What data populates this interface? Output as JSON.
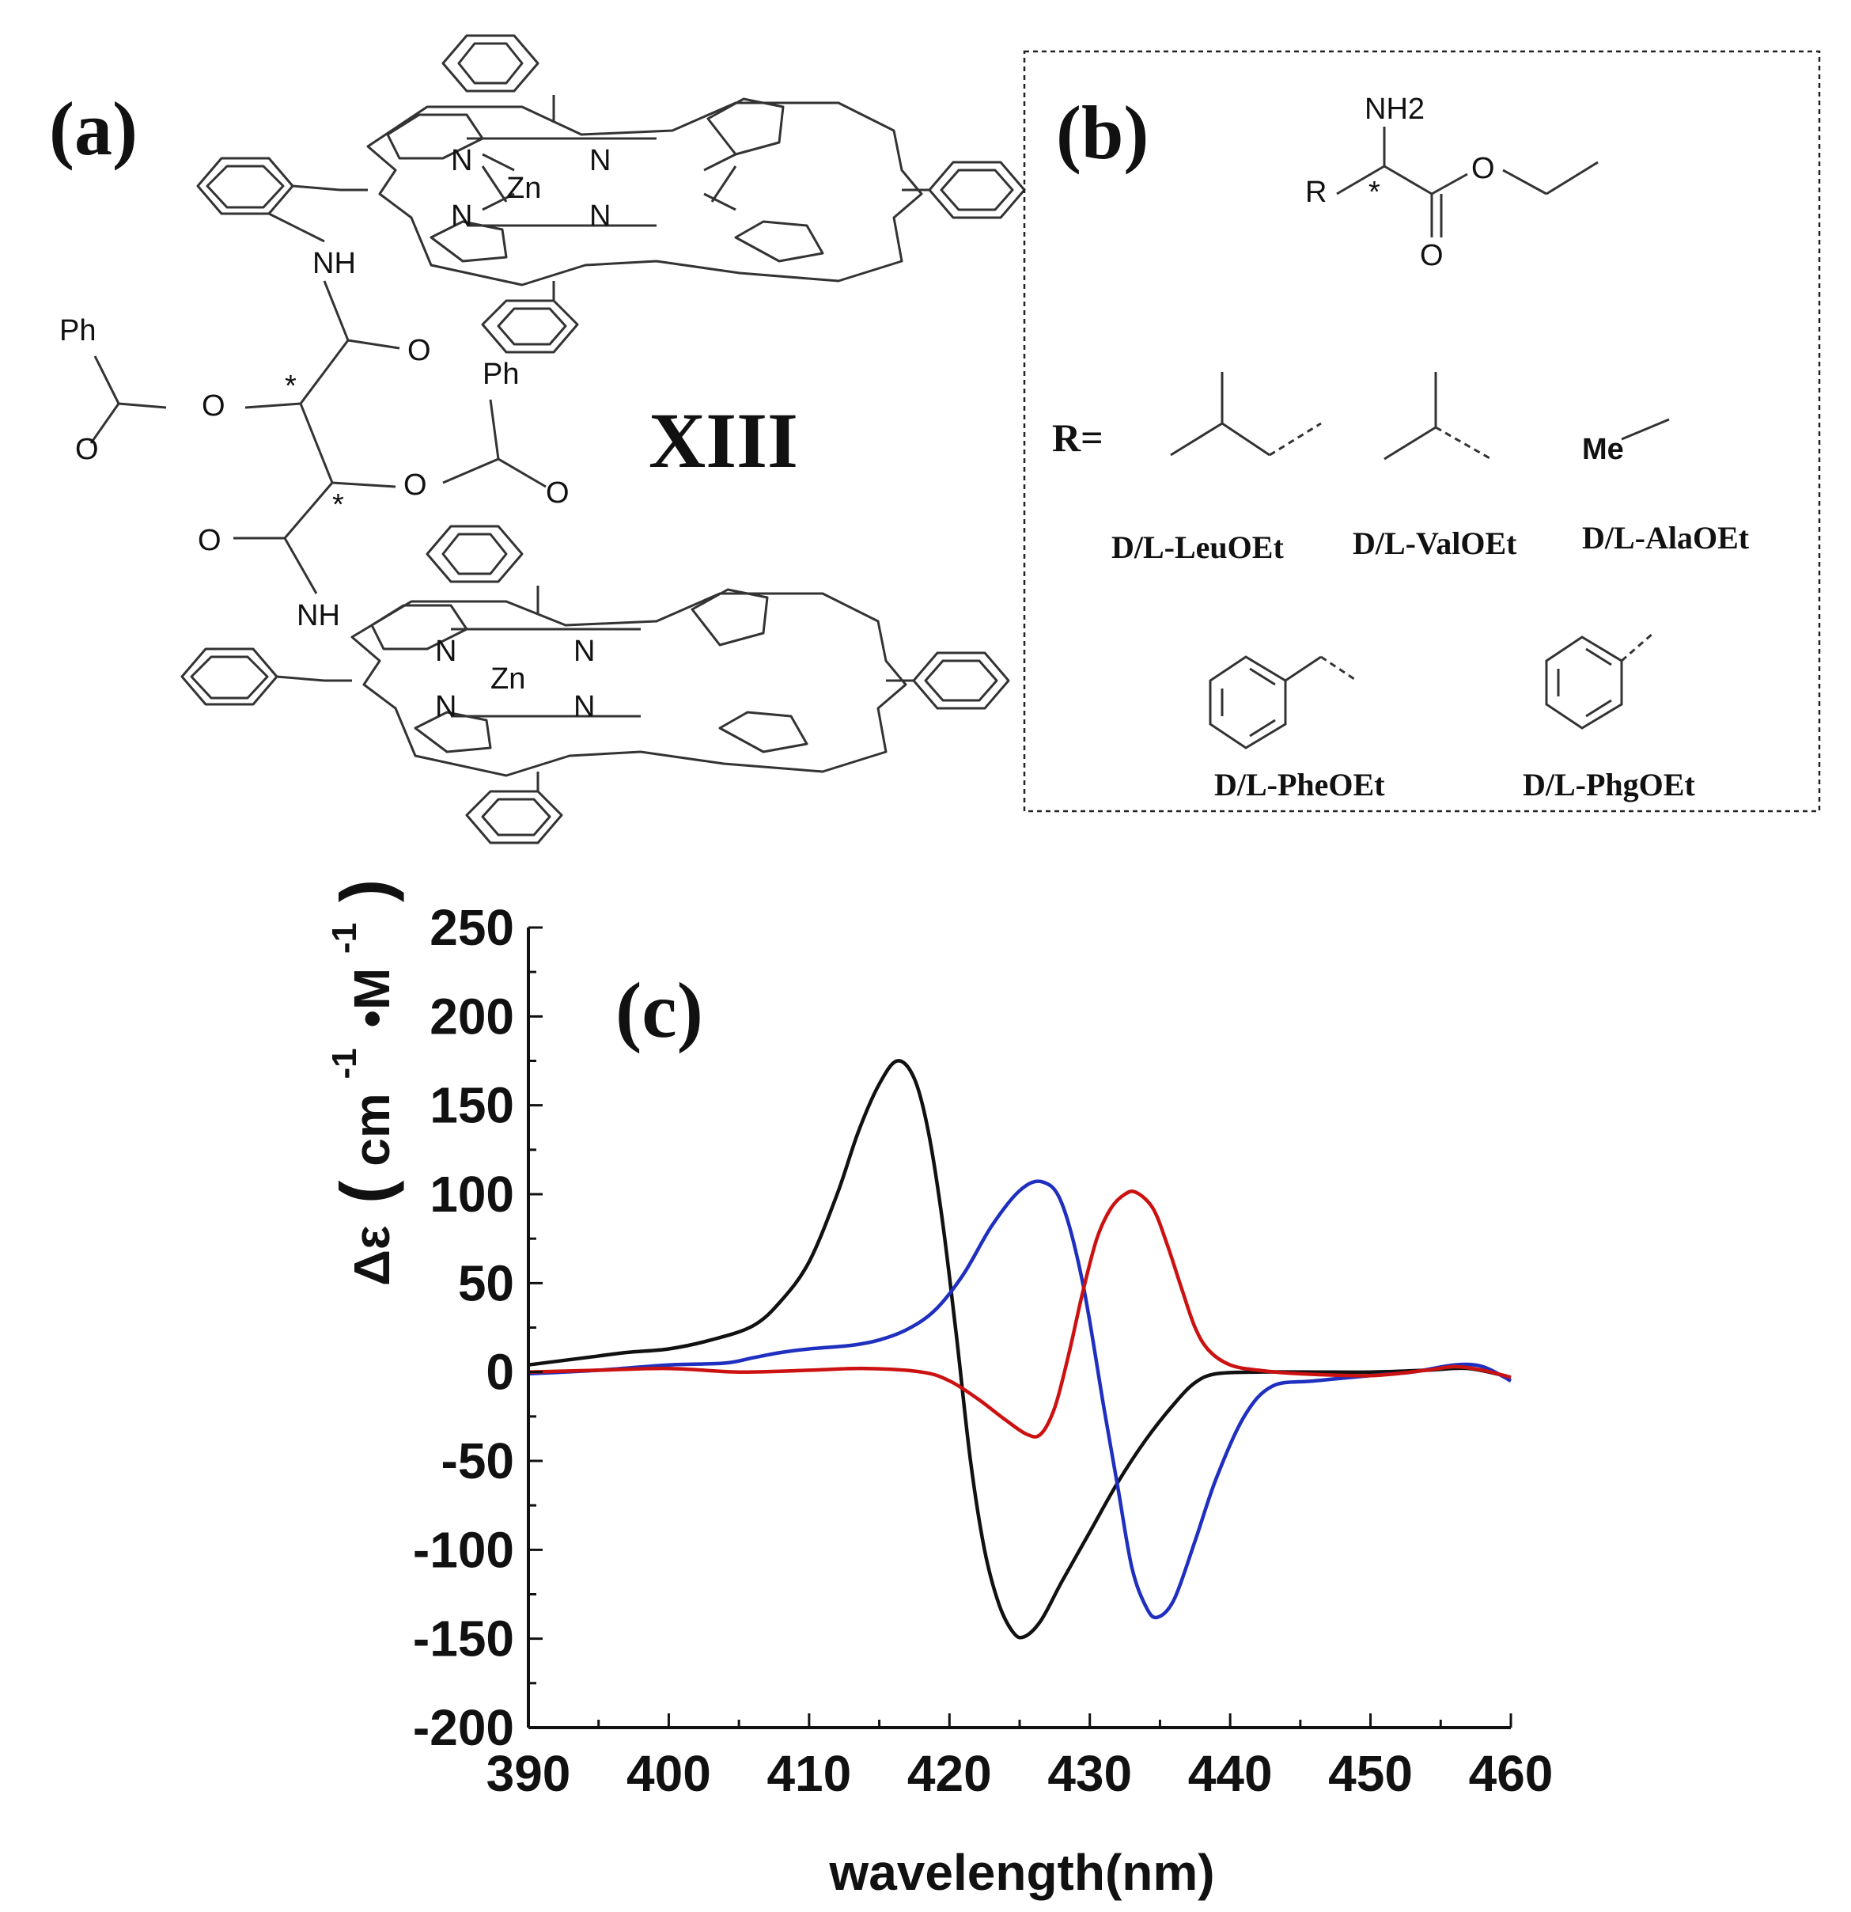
{
  "panel_a": {
    "label": "(a)",
    "compound": "XIII",
    "atoms": {
      "N": "N",
      "Zn": "Zn",
      "NH": "NH",
      "O": "O",
      "Ph": "Ph",
      "star": "*"
    }
  },
  "panel_b": {
    "label": "(b)",
    "nh2": "NH2",
    "r": "R",
    "o": "O",
    "star": "*",
    "r_eq": "R=",
    "me": "Me",
    "substituents": [
      "D/L-LeuOEt",
      "D/L-ValOEt",
      "D/L-AlaOEt",
      "D/L-PheOEt",
      "D/L-PhgOEt"
    ]
  },
  "chart_data": {
    "type": "line",
    "panel_label": "(c)",
    "xlabel": "wavelength(nm)",
    "ylabel": "Δε",
    "ylabel_unit": {
      "open": "(",
      "cm": "cm",
      "exp1": "-1",
      "dot": "•M",
      "exp2": "-1",
      "close": ")"
    },
    "xlim": [
      390,
      460
    ],
    "ylim": [
      -200,
      250
    ],
    "xticks": [
      "390",
      "400",
      "410",
      "420",
      "430",
      "440",
      "450",
      "460"
    ],
    "yticks": [
      "250",
      "200",
      "150",
      "100",
      "50",
      "0",
      "-50",
      "-100",
      "-150",
      "-200"
    ],
    "grid": false,
    "colors": {
      "black": "#111111",
      "blue": "#1f2fbf",
      "red": "#cc1111"
    },
    "series": [
      {
        "color": "#111111",
        "x": [
          390,
          394,
          397,
          400,
          403,
          406,
          408,
          410,
          412,
          413.5,
          415,
          416.3,
          417.5,
          418.5,
          419.5,
          420.5,
          421.5,
          422.5,
          423.5,
          424.5,
          425.3,
          426.5,
          428,
          430,
          432,
          434,
          436,
          437.5,
          439,
          442,
          446,
          450,
          454,
          457,
          460
        ],
        "y": [
          4,
          8,
          11,
          13,
          18,
          26,
          40,
          62,
          100,
          135,
          162,
          175,
          165,
          135,
          85,
          20,
          -50,
          -100,
          -130,
          -146,
          -149,
          -140,
          -118,
          -90,
          -62,
          -38,
          -18,
          -6,
          -1,
          0,
          0,
          0,
          1,
          2,
          -3
        ]
      },
      {
        "color": "#1f2fbf",
        "x": [
          390,
          395,
          400,
          404,
          406,
          408,
          410,
          413,
          415,
          417,
          419,
          421,
          423,
          425,
          426.6,
          428,
          429.5,
          431,
          432,
          433,
          434,
          434.8,
          436,
          437.5,
          439,
          441,
          443,
          446,
          450,
          453,
          456,
          458,
          460
        ],
        "y": [
          -1,
          1,
          4,
          5,
          8,
          11,
          13,
          15,
          18,
          24,
          35,
          55,
          82,
          102,
          107,
          95,
          50,
          -20,
          -65,
          -110,
          -132,
          -138,
          -128,
          -95,
          -60,
          -25,
          -8,
          -5,
          -2,
          0,
          4,
          3,
          -5
        ]
      },
      {
        "color": "#cc1111",
        "x": [
          390,
          395,
          400,
          405,
          410,
          414,
          418,
          420,
          422,
          424,
          425.5,
          426.5,
          427.5,
          428.5,
          429.5,
          430.5,
          431.5,
          432.5,
          433.3,
          434.5,
          435.5,
          436.5,
          437.5,
          438.5,
          440,
          442,
          445,
          450,
          454,
          456,
          458,
          460
        ],
        "y": [
          0,
          1,
          2,
          0,
          1,
          2,
          0,
          -5,
          -15,
          -27,
          -35,
          -35,
          -20,
          10,
          45,
          75,
          92,
          100,
          101,
          92,
          72,
          48,
          25,
          12,
          4,
          1,
          -1,
          -2,
          1,
          3,
          1,
          -3
        ]
      }
    ]
  }
}
